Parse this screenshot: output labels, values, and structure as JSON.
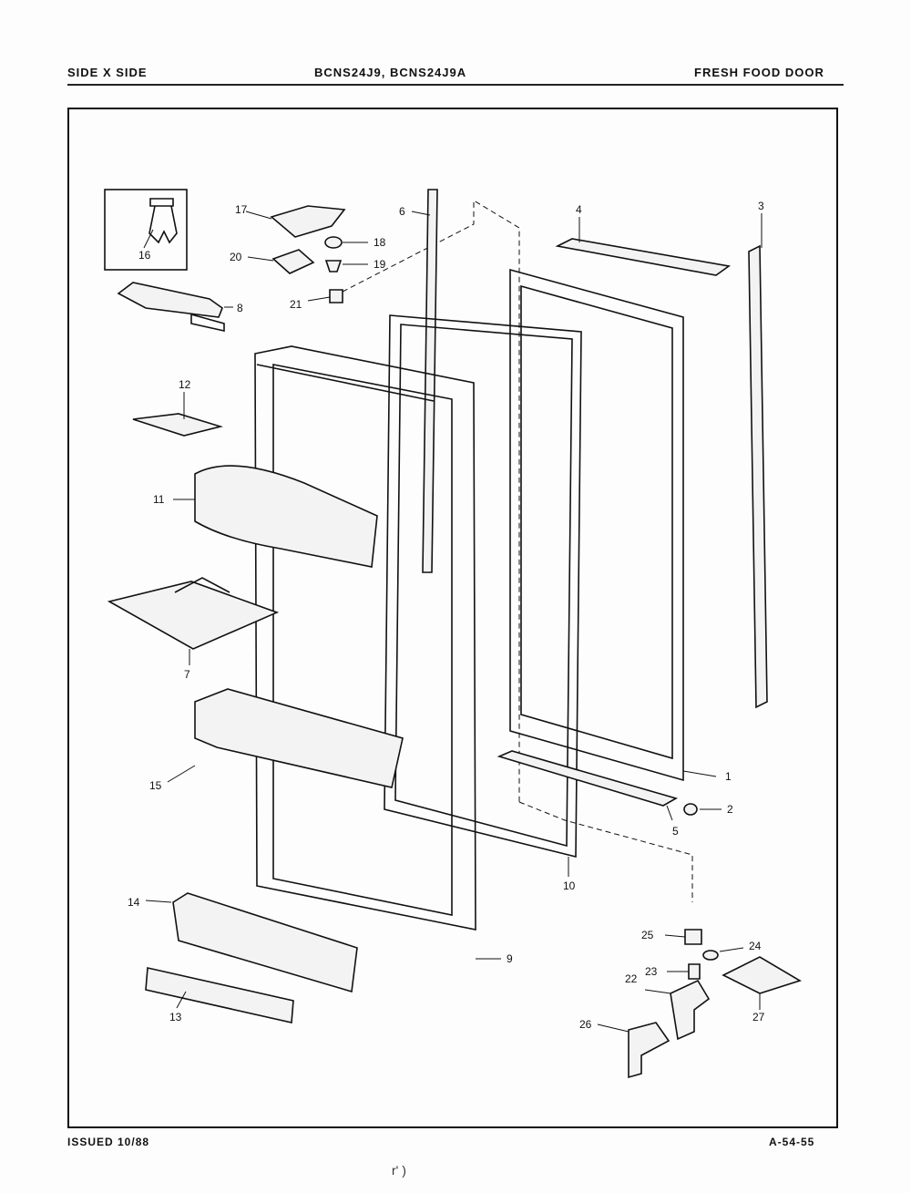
{
  "header": {
    "left": "SIDE X SIDE",
    "center": "BCNS24J9, BCNS24J9A",
    "right": "FRESH FOOD DOOR"
  },
  "footer": {
    "issued": "ISSUED 10/88",
    "page": "A-54-55"
  },
  "stray_mark": "r' )",
  "parts": {
    "p1": "1",
    "p2": "2",
    "p3": "3",
    "p4": "4",
    "p5": "5",
    "p6": "6",
    "p7": "7",
    "p8": "8",
    "p9": "9",
    "p10": "10",
    "p11": "11",
    "p12": "12",
    "p13": "13",
    "p14": "14",
    "p15": "15",
    "p16": "16",
    "p17": "17",
    "p18": "18",
    "p19": "19",
    "p20": "20",
    "p21": "21",
    "p22": "22",
    "p23": "23",
    "p24": "24",
    "p25": "25",
    "p26": "26",
    "p27": "27"
  }
}
